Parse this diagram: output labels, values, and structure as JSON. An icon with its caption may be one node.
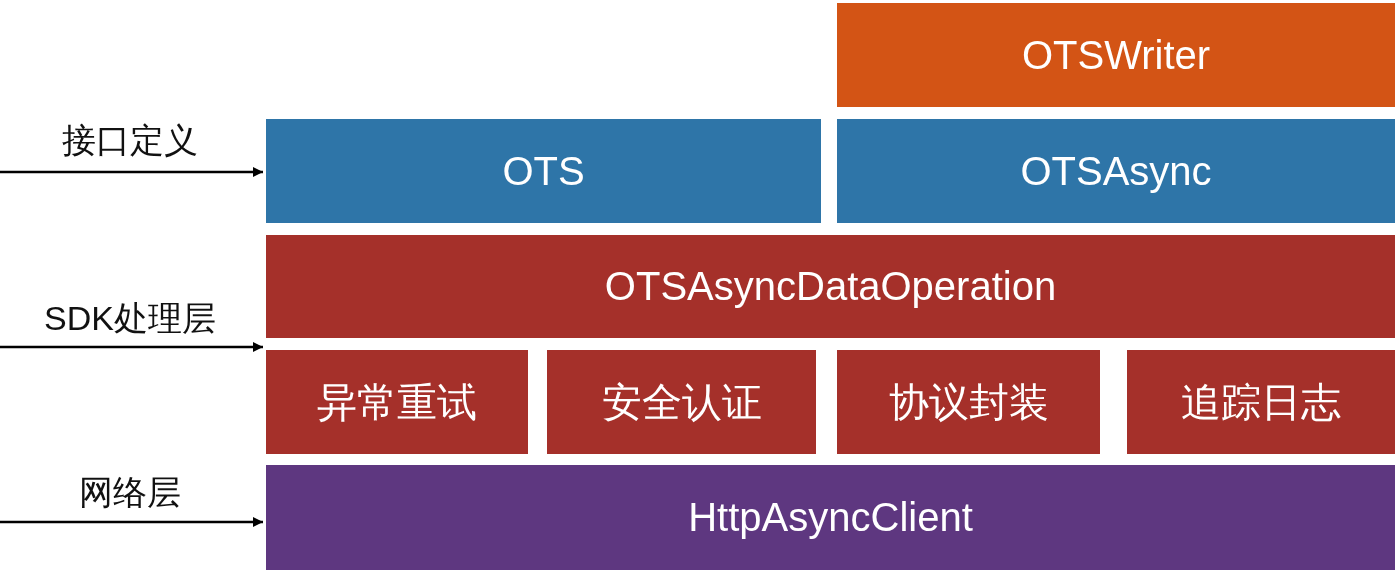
{
  "diagram": {
    "nodes": [
      {
        "text": [
          "OTSWriter"
        ]
      },
      {
        "text": [
          "OTS"
        ]
      },
      {
        "text": [
          "OTSAsync"
        ]
      },
      {
        "text": [
          "OTSAsyncDataOperation"
        ]
      },
      {
        "text": [
          "异常重试"
        ]
      },
      {
        "text": [
          "安全认证"
        ]
      },
      {
        "text": [
          "协议封装"
        ]
      },
      {
        "text": [
          "追踪日志"
        ]
      },
      {
        "text": [
          "HttpAsyncClient"
        ]
      }
    ],
    "edges": [
      {
        "from": null,
        "to": 1,
        "arrow": "to"
      },
      {
        "from": null,
        "to": 3,
        "arrow": "to"
      },
      {
        "from": null,
        "to": 8,
        "arrow": "to"
      }
    ],
    "labels": [
      "接口定义",
      "SDK处理层",
      "网络层"
    ]
  }
}
